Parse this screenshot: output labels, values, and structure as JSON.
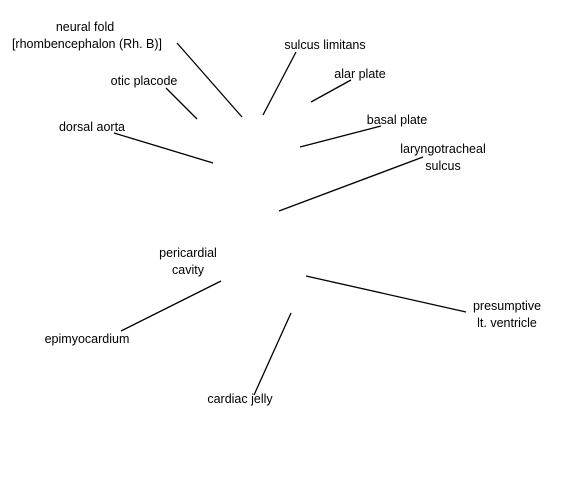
{
  "labels": {
    "neural_fold_line1": "neural fold",
    "neural_fold_line2": "[rhombencephalon (Rh. B)]",
    "sulcus_limitans": "sulcus limitans",
    "alar_plate": "alar plate",
    "otic_placode": "otic placode",
    "dorsal_aorta": "dorsal aorta",
    "basal_plate": "basal plate",
    "laryngotracheal_line1": "laryngotracheal",
    "laryngotracheal_line2": "sulcus",
    "pericardial_line1": "pericardial",
    "pericardial_line2": "cavity",
    "presumptive_line1": "presumptive",
    "presumptive_line2": "lt. ventricle",
    "epimyocardium": "epimyocardium",
    "cardiac_jelly": "cardiac jelly"
  },
  "colors": {
    "background": "#ffffff",
    "text": "#000000",
    "leader_lines": "#000000"
  }
}
